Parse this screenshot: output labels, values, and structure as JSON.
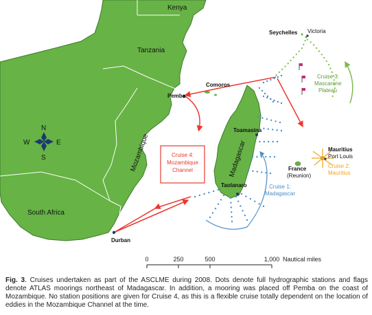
{
  "map": {
    "places": {
      "kenya": "Kenya",
      "tanzania": "Tanzania",
      "mozambique": "Mozambique",
      "south_africa": "South Africa",
      "madagascar": "Madagascar",
      "seychelles": "Seychelles",
      "victoria": "Victoria",
      "comoros": "Comoros",
      "pemba": "Pemba",
      "toamasina": "Toamasina",
      "taolanaro": "Taolanaro",
      "durban": "Durban",
      "mauritius": "Mauritius",
      "port_louis": "Port Louis",
      "france": "France",
      "reunion": "(Reunion)"
    },
    "cruises": {
      "cruise1_line1": "Cruise 1:",
      "cruise1_line2": "Madagascar",
      "cruise2_line1": "Cruise 2:",
      "cruise2_line2": "Mauritius",
      "cruise3_line1": "Cruise 3:",
      "cruise3_line2": "Mascarene",
      "cruise3_line3": "Plateau",
      "cruise4_line1": "Cruise 4:",
      "cruise4_line2": "Mozambique",
      "cruise4_line3": "Channel"
    },
    "compass": {
      "n": "N",
      "s": "S",
      "e": "E",
      "w": "W"
    },
    "scale": {
      "ticks": [
        "0",
        "250",
        "500",
        "1,000"
      ],
      "unit": "Nautical miles"
    },
    "colors": {
      "land": "#67b346",
      "coast": "#3e7a2b",
      "cruise_red": "#e8392f",
      "cruise_blue": "#4a8fc9",
      "cruise_green": "#7dba4a",
      "cruise_orange": "#f2a51c"
    }
  },
  "caption": {
    "label": "Fig. 3",
    "text": ". Cruises undertaken as part of the ASCLME during 2008. Dots denote full hydrographic stations and flags denote ATLAS moorings northeast of Madagascar. In addition, a mooring was placed off Pemba on the coast of Mozambique. No station positions are given for Cruise 4, as this is a flexible cruise totally dependent on the location of eddies in the Mozambique Channel at the time."
  }
}
